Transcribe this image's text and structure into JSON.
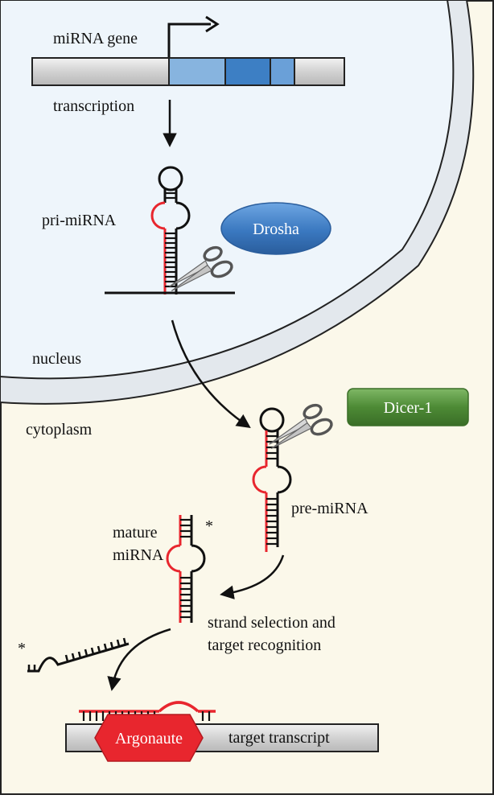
{
  "labels": {
    "mirna_gene": "miRNA gene",
    "transcription": "transcription",
    "pri_mirna": "pri-miRNA",
    "drosha": "Drosha",
    "nucleus": "nucleus",
    "cytoplasm": "cytoplasm",
    "dicer": "Dicer-1",
    "pre_mirna": "pre-miRNA",
    "mature_line1": "mature",
    "mature_line2": "miRNA",
    "star_mature": "*",
    "star_passenger": "*",
    "strand_line1": "strand selection and",
    "strand_line2": "target recognition",
    "argonaute": "Argonaute",
    "target": "target transcript"
  },
  "colors": {
    "cytoplasm_bg": "#fbf8ea",
    "nucleus_fill": "#eef5fb",
    "envelope": "#e3e8ed",
    "gene_exon": "#87b4df",
    "gene_exon_dark": "#3d7fc4",
    "gene_bar": "#d4d4d4",
    "drosha": "#3a78c0",
    "dicer": "#4d8a35",
    "argonaute": "#e8262e",
    "mirna_red": "#e8262e",
    "rna_black": "#111111"
  }
}
